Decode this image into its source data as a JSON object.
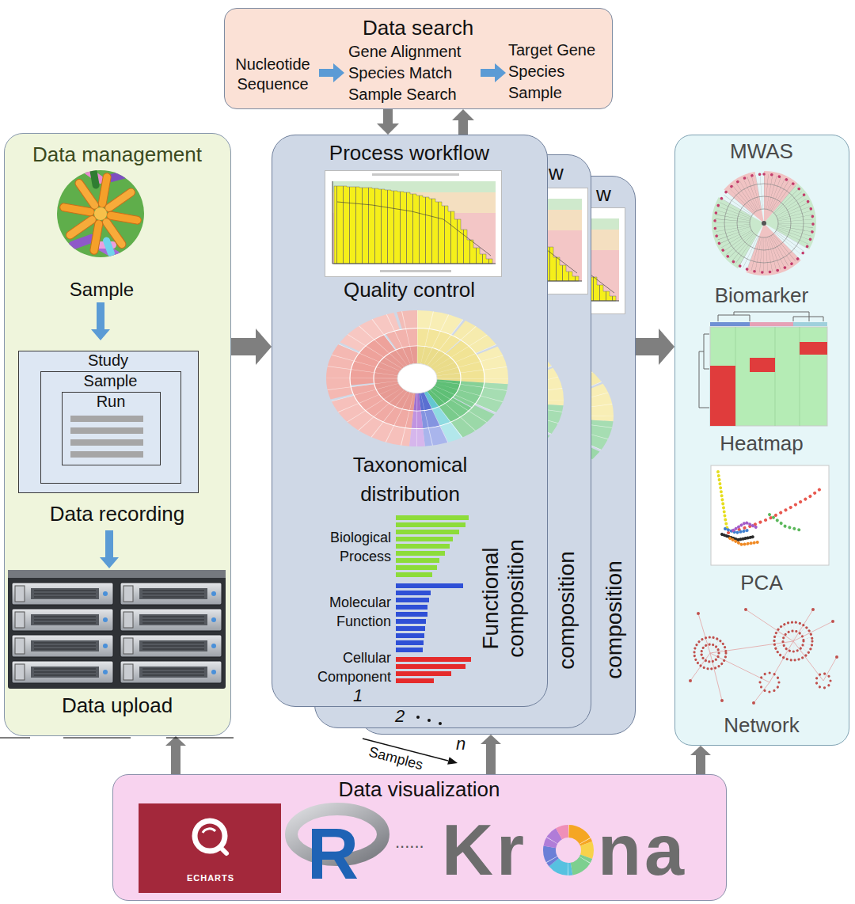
{
  "diagram": {
    "nodes": [
      {
        "text": [
          "Data search",
          "Nucleotide Sequence",
          "Gene Alignment Species Match Sample Search",
          "Target Gene Species Sample"
        ]
      },
      {
        "text": [
          "Data management",
          "Sample",
          "Data recording",
          "Data upload"
        ]
      },
      {
        "text": [
          "Study"
        ],
        "in": 1
      },
      {
        "text": [
          "Sample"
        ],
        "in": 2
      },
      {
        "text": [
          "Run"
        ],
        "in": 3
      },
      {
        "text": [
          "Process workflow",
          "Quality control",
          "Taxonomical distribution",
          "Biological Process",
          "Molecular Function",
          "Cellular Component",
          "Functional composition"
        ]
      },
      {
        "text": [
          "w",
          "composition"
        ]
      },
      {
        "text": [
          "w",
          "composition"
        ]
      },
      {
        "text": [
          "MWAS",
          "Biomarker",
          "Heatmap",
          "PCA",
          "Network"
        ]
      },
      {
        "text": [
          "Data visualization",
          "ECHARTS",
          "R",
          "......",
          "Kr",
          "na"
        ]
      }
    ],
    "edges": [
      {
        "from": 0,
        "to": 5,
        "arrow": "to"
      },
      {
        "from": 5,
        "to": 0,
        "arrow": "to"
      },
      {
        "from": 1,
        "to": 5,
        "arrow": "to"
      },
      {
        "from": 7,
        "to": 8,
        "arrow": "to"
      },
      {
        "from": 9,
        "to": 1,
        "arrow": "to"
      },
      {
        "from": 9,
        "to": 7,
        "arrow": "to"
      },
      {
        "from": 9,
        "to": 8,
        "arrow": "to"
      }
    ],
    "labels": [
      "1",
      "2",
      "n",
      "Samples"
    ]
  }
}
